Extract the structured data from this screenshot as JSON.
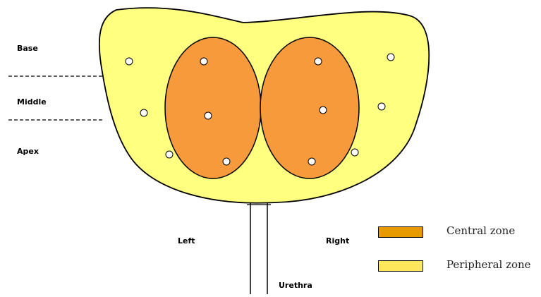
{
  "zone_labels": {
    "base": "Base",
    "middle": "Middle",
    "apex": "Apex"
  },
  "side_labels": {
    "left": "Left",
    "right": "Right"
  },
  "urethra_label": "Urethra",
  "legend": {
    "central": {
      "label": "Central zone",
      "color": "#e69a00"
    },
    "peripheral": {
      "label": "Peripheral zone",
      "color": "#ffe75c"
    }
  },
  "colors": {
    "gland_fill": "#ffff80",
    "central_fill": "#f79a3c",
    "outline": "#000000"
  }
}
